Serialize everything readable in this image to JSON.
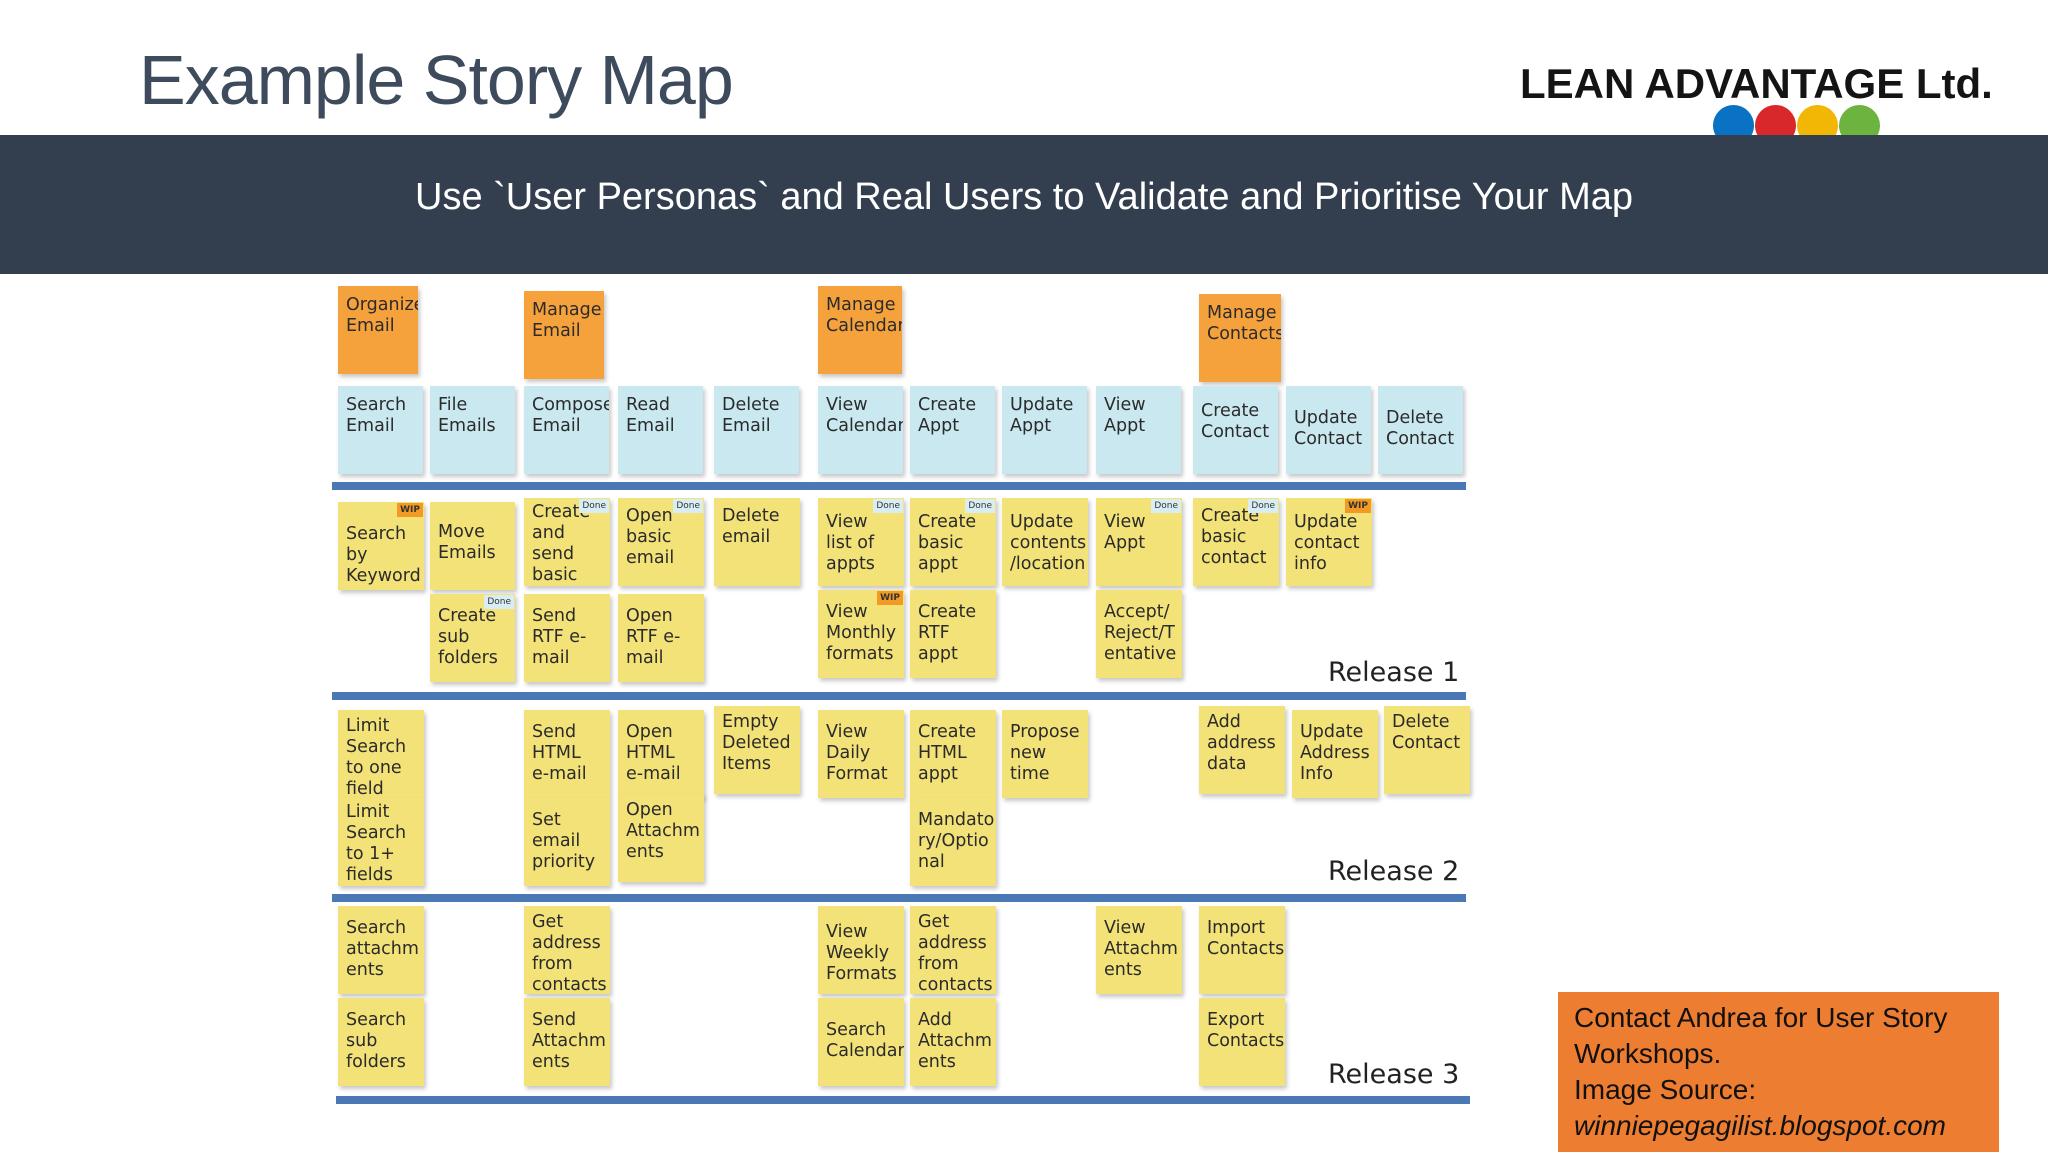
{
  "slide": {
    "title": "Example Story Map",
    "brand": "LEAN ADVANTAGE Ltd.",
    "brand_dot_colors": [
      "#0a72c2",
      "#d9282b",
      "#f2b705",
      "#6cb33f"
    ],
    "banner_text": "Use `User Personas` and Real Users to Validate and Prioritise Your Map",
    "banner_color": "#333f4f"
  },
  "story_map": {
    "activities": [
      {
        "label": "Organize Email"
      },
      {
        "label": "Manage Email"
      },
      {
        "label": "Manage Calendar"
      },
      {
        "label": "Manage Contacts"
      }
    ],
    "tasks": [
      {
        "label": "Search Email"
      },
      {
        "label": "File Emails"
      },
      {
        "label": "Compose Email"
      },
      {
        "label": "Read Email"
      },
      {
        "label": "Delete Email"
      },
      {
        "label": "View Calendar"
      },
      {
        "label": "Create Appt"
      },
      {
        "label": "Update Appt"
      },
      {
        "label": "View Appt"
      },
      {
        "label": "Create Contact"
      },
      {
        "label": "Update Contact"
      },
      {
        "label": "Delete Contact"
      }
    ],
    "releases": [
      {
        "label": "Release 1",
        "stories": [
          {
            "label": "Search by Keyword",
            "tag": "WIP"
          },
          {
            "label": "Move Emails"
          },
          {
            "label": "Create and send basic email",
            "tag": "Done"
          },
          {
            "label": "Open basic email",
            "tag": "Done"
          },
          {
            "label": "Delete email"
          },
          {
            "label": "View list of appts",
            "tag": "Done"
          },
          {
            "label": "Create basic appt",
            "tag": "Done"
          },
          {
            "label": "Update contents /location"
          },
          {
            "label": "View Appt",
            "tag": "Done"
          },
          {
            "label": "Create basic contact",
            "tag": "Done"
          },
          {
            "label": "Update contact info",
            "tag": "WIP"
          },
          {
            "label": "Create sub folders",
            "tag": "Done"
          },
          {
            "label": "Send RTF e-mail"
          },
          {
            "label": "Open RTF e-mail"
          },
          {
            "label": "View Monthly formats",
            "tag": "WIP"
          },
          {
            "label": "Create RTF appt"
          },
          {
            "label": "Accept/ Reject/T entative"
          }
        ]
      },
      {
        "label": "Release 2",
        "stories": [
          {
            "label": "Limit Search to one field"
          },
          {
            "label": "Send HTML e-mail"
          },
          {
            "label": "Open HTML e-mail"
          },
          {
            "label": "Empty Deleted Items"
          },
          {
            "label": "View Daily Format"
          },
          {
            "label": "Create HTML appt"
          },
          {
            "label": "Propose new time"
          },
          {
            "label": "Add address data"
          },
          {
            "label": "Update Address Info"
          },
          {
            "label": "Delete Contact"
          },
          {
            "label": "Limit Search to 1+ fields"
          },
          {
            "label": "Set email priority"
          },
          {
            "label": "Open Attachm ents"
          },
          {
            "label": "Mandato ry/Optio nal"
          }
        ]
      },
      {
        "label": "Release 3",
        "stories": [
          {
            "label": "Search attachm ents"
          },
          {
            "label": "Get address from contacts"
          },
          {
            "label": "View Weekly Formats"
          },
          {
            "label": "Get address from contacts"
          },
          {
            "label": "View Attachm ents"
          },
          {
            "label": "Import Contacts"
          },
          {
            "label": "Search sub folders"
          },
          {
            "label": "Send Attachm ents"
          },
          {
            "label": "Search Calendar"
          },
          {
            "label": "Add Attachm ents"
          },
          {
            "label": "Export Contacts"
          }
        ]
      }
    ],
    "colors": {
      "activity": "#f6a23c",
      "task": "#c9e8f0",
      "story": "#f3e277",
      "release_line": "#4a78b5"
    }
  },
  "contact_box": {
    "line1": "Contact Andrea for User Story",
    "line2": "Workshops.",
    "line3": "Image Source:",
    "source": "winniepegagilist.blogspot.com",
    "color": "#ed7d31"
  }
}
